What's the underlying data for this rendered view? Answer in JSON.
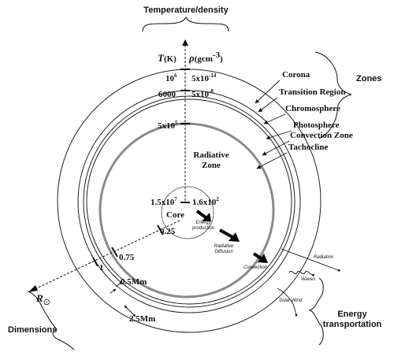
{
  "header": {
    "temperature_density": "Temperature/density",
    "T_symbol": "T",
    "T_unit": "(K)",
    "rho_symbol": "ρ",
    "rho_unit": "(gcm",
    "rho_unit_exp": "-3",
    "rho_unit_close": ")"
  },
  "scale_values": [
    {
      "t_base": "10",
      "t_exp": "6",
      "rho_base": "5x10",
      "rho_exp": "-14"
    },
    {
      "t_base": "6000",
      "t_exp": "",
      "rho_base": "5x10",
      "rho_exp": "-8"
    },
    {
      "t_base": "5x10",
      "t_exp": "5",
      "rho_base": "",
      "rho_exp": ""
    },
    {
      "t_base": "1.5x10",
      "t_exp": "7",
      "rho_base": "1.6x10",
      "rho_exp": "2"
    }
  ],
  "zones": {
    "title": "Zones",
    "labels": [
      "Corona",
      "Transition Region",
      "Chromosphere",
      "Photosphere",
      "Convection Zone",
      "Tachocline"
    ]
  },
  "regions": {
    "radiative_zone_line1": "Radiative",
    "radiative_zone_line2": "Zone",
    "core": "Core"
  },
  "energy": {
    "title_line1": "Energy",
    "title_line2": "transportation",
    "production_line1": "Energy",
    "production_line2": "production",
    "radiative_diffusion_line1": "Radiative",
    "radiative_diffusion_line2": "Diffusion",
    "convection": "Convection",
    "radiation": "Radiation",
    "waves": "Waves",
    "solar_wind": "Solar Wind"
  },
  "dimensions": {
    "title": "Dimensions",
    "r_core": "0.25",
    "r_radiative": "0.75",
    "r_sun_value": "1",
    "r_sun_symbol": "R",
    "r_sun_sub": "⊙",
    "chromosphere_thickness": "0.5Mm",
    "corona_thickness": "2.5Mm"
  }
}
